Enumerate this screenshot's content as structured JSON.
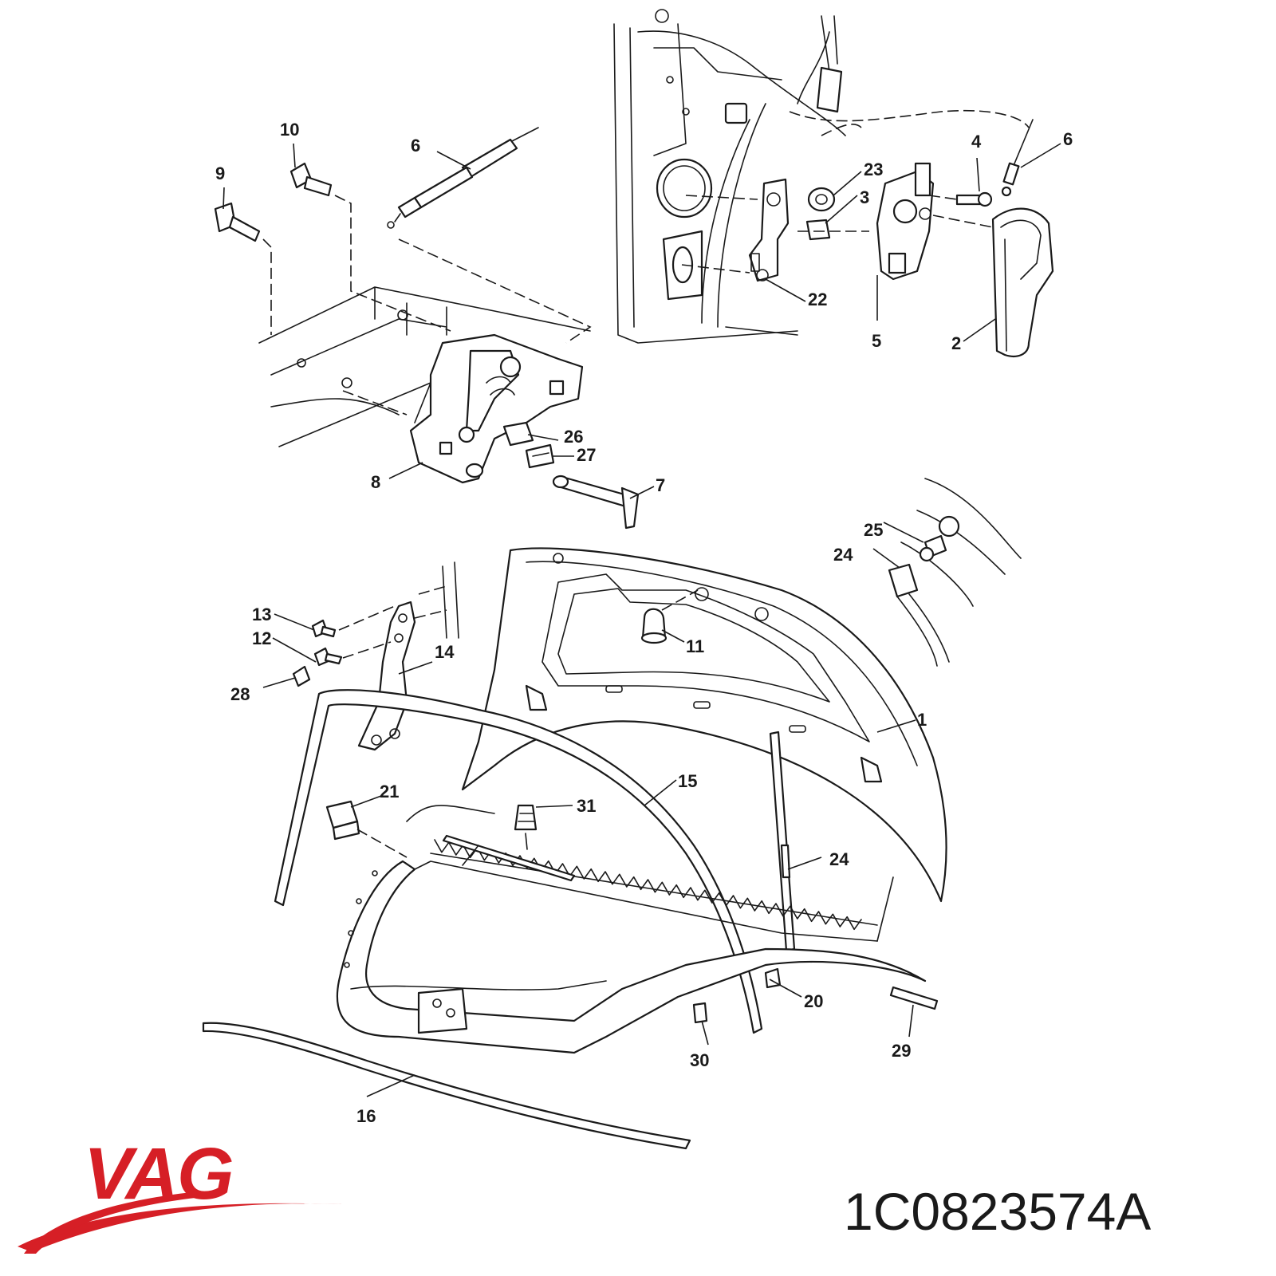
{
  "brand": {
    "name": "VAG",
    "color": "#d61f26"
  },
  "part_number": "1C0823574A",
  "callouts": [
    {
      "id": "c1",
      "text": "1"
    },
    {
      "id": "c2",
      "text": "2"
    },
    {
      "id": "c3",
      "text": "3"
    },
    {
      "id": "c4",
      "text": "4"
    },
    {
      "id": "c5",
      "text": "5"
    },
    {
      "id": "c6a",
      "text": "6"
    },
    {
      "id": "c6b",
      "text": "6"
    },
    {
      "id": "c7",
      "text": "7"
    },
    {
      "id": "c8",
      "text": "8"
    },
    {
      "id": "c9",
      "text": "9"
    },
    {
      "id": "c10",
      "text": "10"
    },
    {
      "id": "c11",
      "text": "11"
    },
    {
      "id": "c12",
      "text": "12"
    },
    {
      "id": "c13",
      "text": "13"
    },
    {
      "id": "c14",
      "text": "14"
    },
    {
      "id": "c15",
      "text": "15"
    },
    {
      "id": "c16",
      "text": "16"
    },
    {
      "id": "c20",
      "text": "20"
    },
    {
      "id": "c21",
      "text": "21"
    },
    {
      "id": "c22",
      "text": "22"
    },
    {
      "id": "c23",
      "text": "23"
    },
    {
      "id": "c24a",
      "text": "24"
    },
    {
      "id": "c24b",
      "text": "24"
    },
    {
      "id": "c25",
      "text": "25"
    },
    {
      "id": "c26",
      "text": "26"
    },
    {
      "id": "c27",
      "text": "27"
    },
    {
      "id": "c28",
      "text": "28"
    },
    {
      "id": "c29",
      "text": "29"
    },
    {
      "id": "c30",
      "text": "30"
    },
    {
      "id": "c31",
      "text": "31"
    }
  ]
}
